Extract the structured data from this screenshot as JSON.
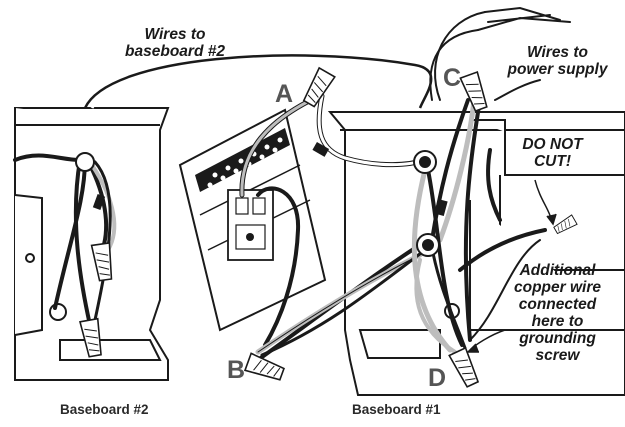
{
  "callouts": {
    "wires_to_baseboard2": [
      "Wires to",
      "baseboard #2"
    ],
    "wires_to_power_supply": [
      "Wires to",
      "power supply"
    ],
    "do_not_cut": [
      "DO NOT",
      "CUT!"
    ],
    "additional_copper": [
      "Additional",
      "copper wire",
      "connected",
      "here to",
      "grounding",
      "screw"
    ]
  },
  "connectors": {
    "a": "A",
    "b": "B",
    "c": "C",
    "d": "D"
  },
  "captions": {
    "baseboard2": "Baseboard #2",
    "baseboard1": "Baseboard #1"
  },
  "colors": {
    "line": "#1a1a1a",
    "gray_wire": "#bdbdbd",
    "grid": "#ffffff",
    "letter": "#555555"
  }
}
